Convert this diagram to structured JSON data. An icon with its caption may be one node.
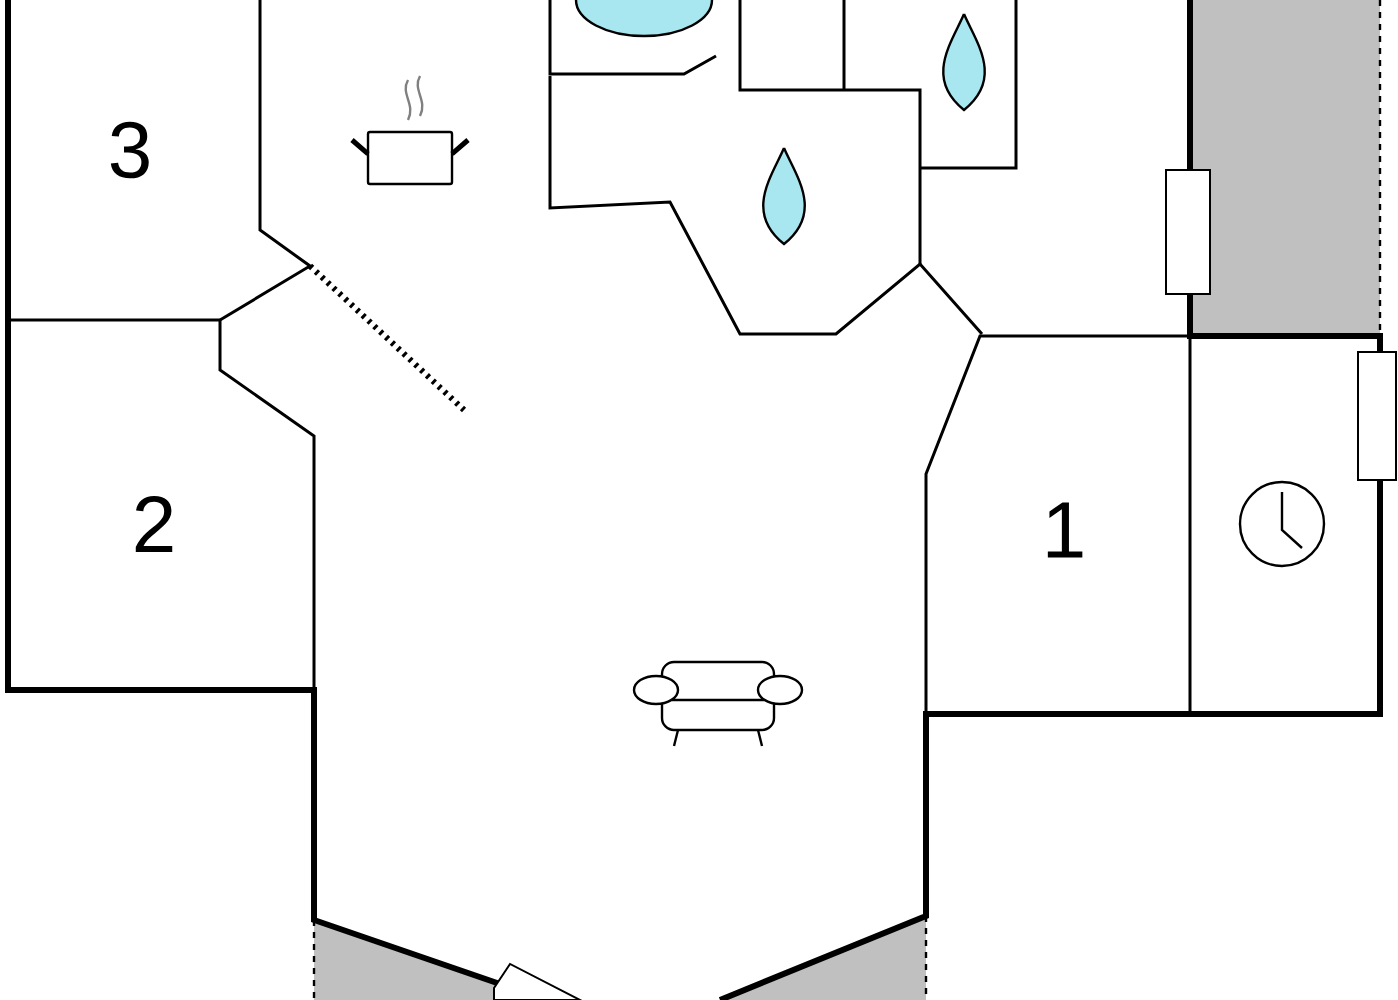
{
  "diagram": {
    "nodes": [
      {
        "text": [],
        "shape": "box"
      },
      {
        "text": [],
        "shape": "box"
      },
      {
        "text": [],
        "shape": "box"
      }
    ],
    "labels": [
      "3",
      "2",
      "1"
    ]
  }
}
